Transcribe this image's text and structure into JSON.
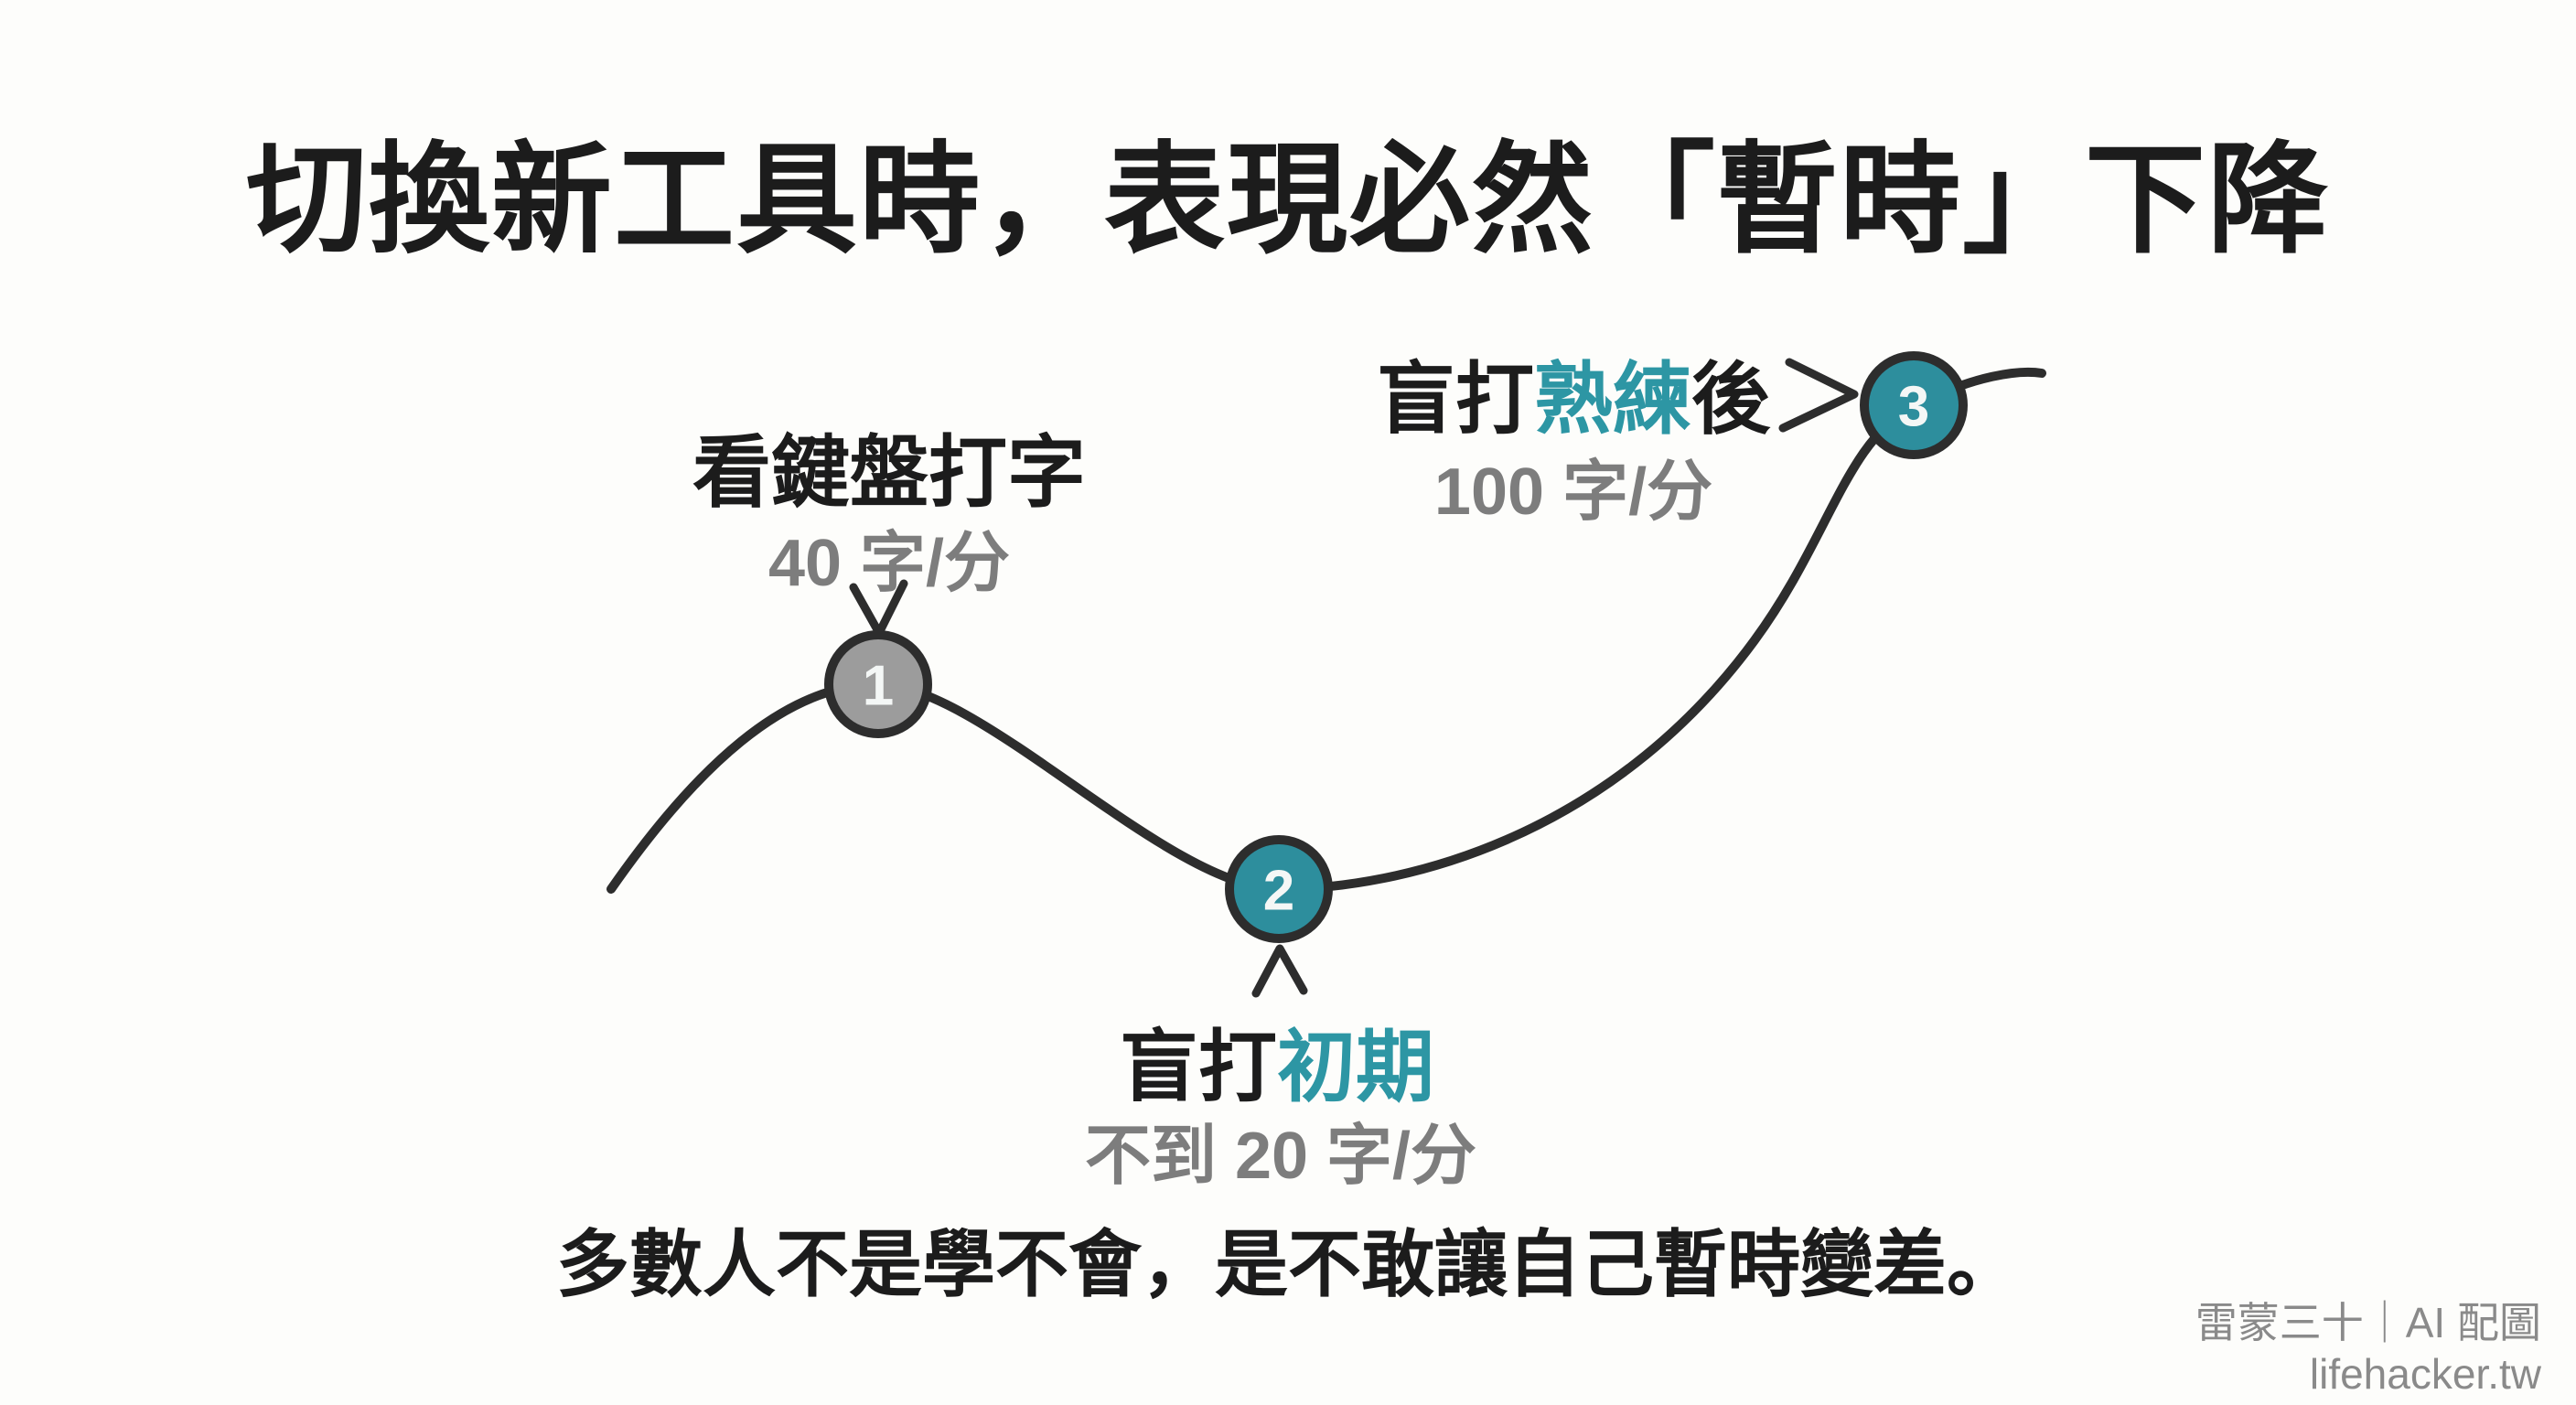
{
  "title": "切換新工具時，表現必然「暫時」下降",
  "annotations": {
    "point1": {
      "number": "1",
      "label": "看鍵盤打字",
      "value": "40 字/分"
    },
    "point2": {
      "number": "2",
      "label_prefix": "盲打",
      "label_highlight": "初期",
      "value": "不到 20 字/分"
    },
    "point3": {
      "number": "3",
      "label_prefix": "盲打",
      "label_highlight": "熟練",
      "label_suffix": "後",
      "value": "100 字/分"
    }
  },
  "caption": "多數人不是學不會，是不敢讓自己暫時變差。",
  "watermark": {
    "line1": "雷蒙三十｜AI 配圖",
    "line2": "lifehacker.tw"
  },
  "icons": {
    "point1_pointer": "chevron-down",
    "point2_pointer": "chevron-up",
    "point3_pointer": "chevron-right"
  },
  "colors": {
    "background": "#fdfdfb",
    "ink": "#1c1c1c",
    "curve": "#2d2d2d",
    "muted_text": "#7d7d7d",
    "watermark_text": "#8a8a8a",
    "teal_accent": "#2d96a4",
    "teal_circle": "#2d8e9d",
    "gray_circle": "#9c9c9c",
    "circle_number": "#f4f7f6"
  }
}
